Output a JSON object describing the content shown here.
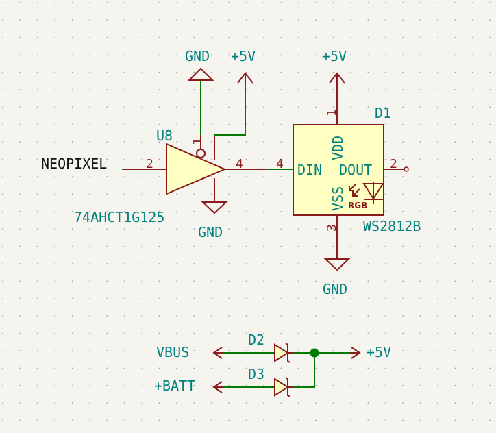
{
  "u8": {
    "ref": "U8",
    "value": "74AHCT1G125",
    "pin1": "1",
    "pin2": "2",
    "pin4": "4"
  },
  "d1": {
    "ref": "D1",
    "value": "WS2812B",
    "pin1": "1",
    "pin2": "2",
    "pin3": "3",
    "pin4": "4",
    "din": "DIN",
    "dout": "DOUT",
    "vdd": "VDD",
    "vss": "VSS",
    "rgb": "RGB"
  },
  "nets": {
    "neopixel": "NEOPIXEL",
    "gnd_top": "GND",
    "plus5_top": "+5V",
    "gnd_u8": "GND",
    "plus5_d1": "+5V",
    "gnd_d1": "GND",
    "vbus": "VBUS",
    "batt": "+BATT",
    "plus5_out": "+5V"
  },
  "diodes": {
    "d2": "D2",
    "d3": "D3"
  },
  "colors": {
    "background": "#f5f4ef",
    "wire": "#007a00",
    "component": "#8b1a1a",
    "body_fill": "#ffffc2",
    "label": "#00817f"
  }
}
